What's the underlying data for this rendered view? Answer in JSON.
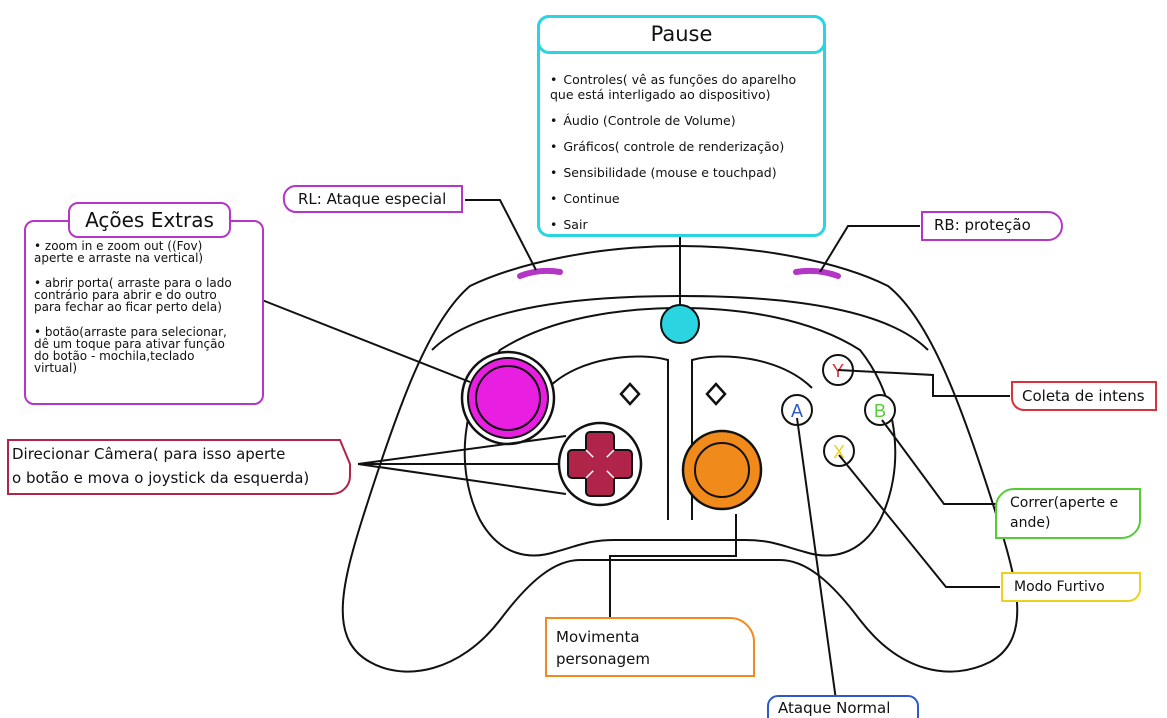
{
  "pause": {
    "title": "Pause",
    "items": [
      "Controles( vê as funções do aparelho\nque está interligado ao dispositivo)",
      "Áudio (Controle de Volume)",
      "Gráficos( controle de renderização)",
      "Sensibilidade (mouse e touchpad)",
      "Continue",
      "Sair"
    ]
  },
  "acoes_extras": {
    "title": "Ações Extras",
    "items": [
      "zoom in e zoom out ((Fov)\naperte e arraste na vertical)",
      "abrir porta( arraste para o lado\ncontrário para abrir e do outro\npara fechar ao ficar perto dela)",
      "botão(arraste para selecionar,\ndê um toque para ativar função\ndo botão - mochila,teclado\nvirtual)"
    ]
  },
  "labels": {
    "rl": "RL: Ataque especial",
    "rb": "RB: proteção",
    "camera_line1": "Direcionar Câmera( para isso aperte",
    "camera_line2": "o botão e mova o joystick da esquerda)",
    "coleta": "Coleta de intens",
    "correr_line1": "Correr(aperte e",
    "correr_line2": "ande)",
    "furtivo": "Modo Furtivo",
    "movimenta_line1": "Movimenta",
    "movimenta_line2": "personagem",
    "ataque_normal": "Ataque Normal"
  },
  "buttons": {
    "y": "Y",
    "b": "B",
    "a": "A",
    "x": "X"
  },
  "colors": {
    "cyan": "#2ad4e0",
    "magenta": "#e81ee0",
    "purple": "#b436c6",
    "crimson": "#b0244a",
    "orange": "#f08a1a",
    "red": "#d8323a",
    "green": "#55cc33",
    "yellow": "#ecd21e",
    "blue": "#2a5bc8"
  }
}
